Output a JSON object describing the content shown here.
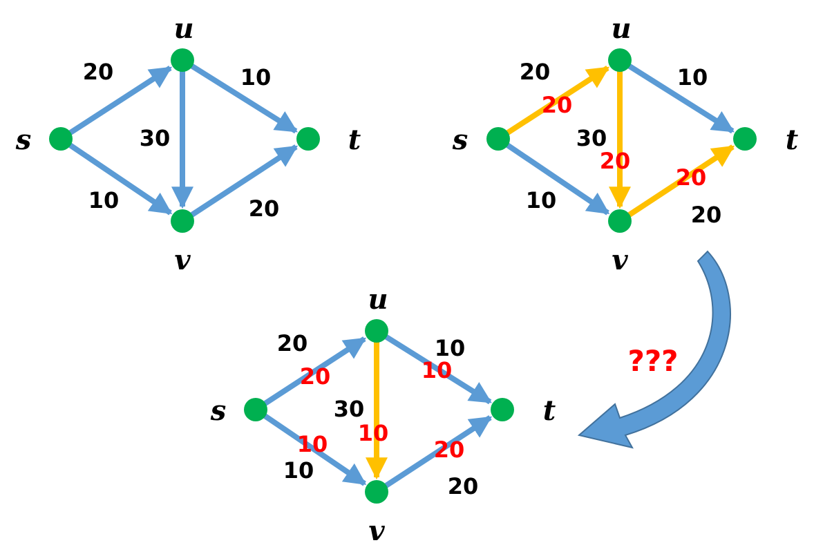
{
  "colors": {
    "edge": "#5B9BD5",
    "path": "#FFC000",
    "node": "#00B050",
    "flow": "#FF0000",
    "text": "#000000",
    "arrow_fill": "#5B9BD5",
    "arrow_dark": "#41719C"
  },
  "question": "???",
  "graphs": [
    {
      "id": "g1",
      "nodes": [
        {
          "id": "s",
          "label": "s"
        },
        {
          "id": "u",
          "label": "u"
        },
        {
          "id": "v",
          "label": "v"
        },
        {
          "id": "t",
          "label": "t"
        }
      ],
      "edges": [
        {
          "from": "s",
          "to": "u",
          "capacity": "20",
          "flow": "",
          "highlight": false
        },
        {
          "from": "s",
          "to": "v",
          "capacity": "10",
          "flow": "",
          "highlight": false
        },
        {
          "from": "u",
          "to": "v",
          "capacity": "30",
          "flow": "",
          "highlight": false
        },
        {
          "from": "u",
          "to": "t",
          "capacity": "10",
          "flow": "",
          "highlight": false
        },
        {
          "from": "v",
          "to": "t",
          "capacity": "20",
          "flow": "",
          "highlight": false
        }
      ]
    },
    {
      "id": "g2",
      "nodes": [
        {
          "id": "s",
          "label": "s"
        },
        {
          "id": "u",
          "label": "u"
        },
        {
          "id": "v",
          "label": "v"
        },
        {
          "id": "t",
          "label": "t"
        }
      ],
      "edges": [
        {
          "from": "s",
          "to": "u",
          "capacity": "20",
          "flow": "20",
          "highlight": true
        },
        {
          "from": "s",
          "to": "v",
          "capacity": "10",
          "flow": "",
          "highlight": false
        },
        {
          "from": "u",
          "to": "v",
          "capacity": "30",
          "flow": "20",
          "highlight": true
        },
        {
          "from": "u",
          "to": "t",
          "capacity": "10",
          "flow": "",
          "highlight": false
        },
        {
          "from": "v",
          "to": "t",
          "capacity": "20",
          "flow": "20",
          "highlight": true
        }
      ]
    },
    {
      "id": "g3",
      "nodes": [
        {
          "id": "s",
          "label": "s"
        },
        {
          "id": "u",
          "label": "u"
        },
        {
          "id": "v",
          "label": "v"
        },
        {
          "id": "t",
          "label": "t"
        }
      ],
      "edges": [
        {
          "from": "s",
          "to": "u",
          "capacity": "20",
          "flow": "20",
          "highlight": false
        },
        {
          "from": "s",
          "to": "v",
          "capacity": "10",
          "flow": "10",
          "highlight": false
        },
        {
          "from": "u",
          "to": "v",
          "capacity": "30",
          "flow": "10",
          "highlight": true
        },
        {
          "from": "u",
          "to": "t",
          "capacity": "10",
          "flow": "10",
          "highlight": false
        },
        {
          "from": "v",
          "to": "t",
          "capacity": "20",
          "flow": "20",
          "highlight": false
        }
      ]
    }
  ]
}
